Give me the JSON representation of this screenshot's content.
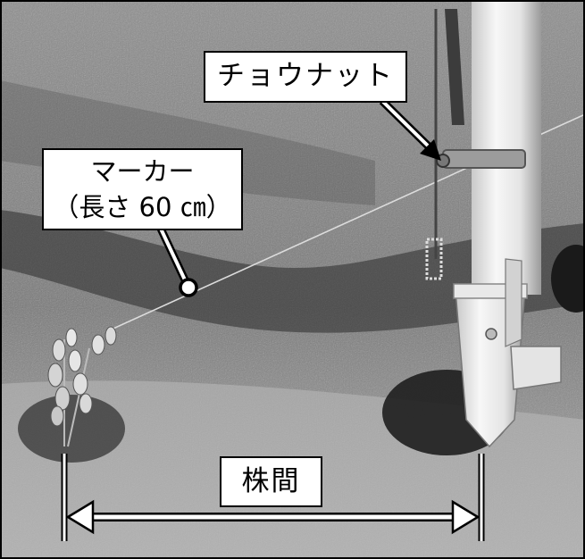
{
  "labels": {
    "wing_nut": "チョウナット",
    "marker_line1": "マーカー",
    "marker_line2": "（長さ 60 ㎝）",
    "plant_spacing": "株間"
  }
}
